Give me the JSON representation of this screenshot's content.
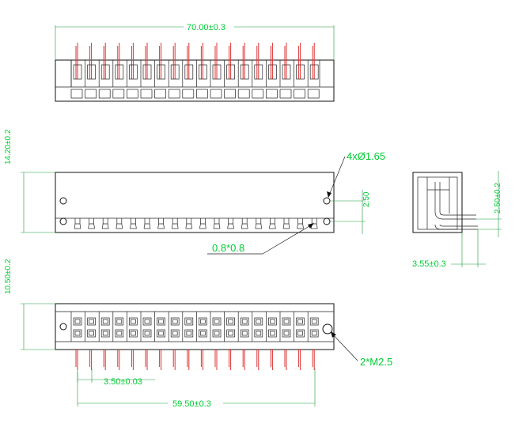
{
  "top_view": {
    "width_dim": "70.00±0.3",
    "pin_count": 18
  },
  "front_view": {
    "height_dim": "14.20±0.2",
    "hole_note": "4xØ1.65",
    "offset_dim": "2.50",
    "pin_size": "0.8*0.8"
  },
  "side_view": {
    "offset_dim": "2.50±0.2",
    "depth_dim": "3.55±0.3"
  },
  "bottom_view": {
    "height_dim": "10.50±0.2",
    "screw_note": "2*M2.5",
    "pitch_dim": "3.50±0.03",
    "span_dim": "59.50±0.3"
  },
  "colors": {
    "dimension": "#00cc33",
    "pin": "#dd3333",
    "outline": "#111111"
  }
}
